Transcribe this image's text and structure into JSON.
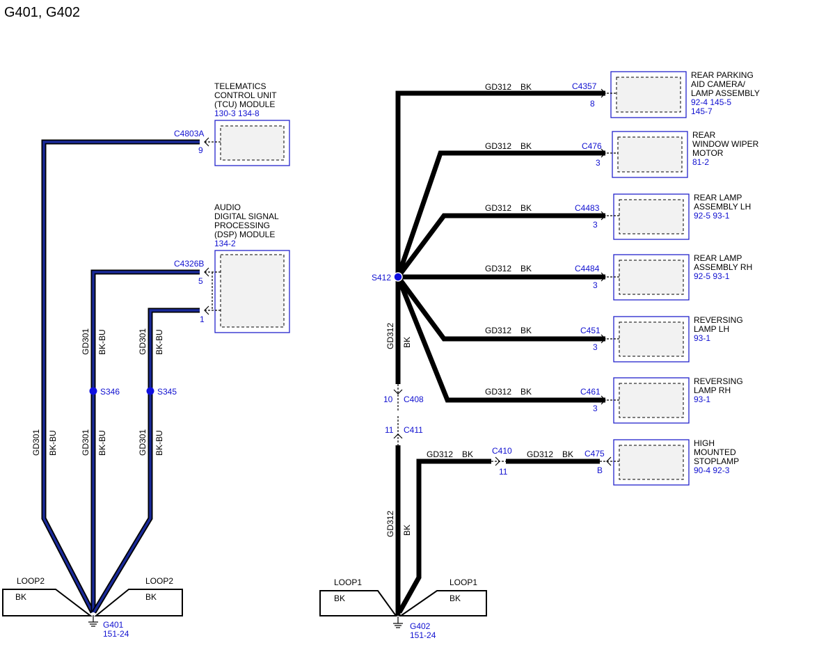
{
  "title": "G401, G402",
  "colors": {
    "wire": "#000000",
    "wire_stripe": "#1a2a9a",
    "ref_text": "#1010d0",
    "box_border": "#2222cc",
    "splice": "#1010e0"
  },
  "components": {
    "tcu": {
      "l1": "TELEMATICS",
      "l2": "CONTROL UNIT",
      "l3": "(TCU) MODULE",
      "refs": "130-3   134-8",
      "connector": "C4803A",
      "pin": "9"
    },
    "dsp": {
      "l1": "AUDIO",
      "l2": "DIGITAL SIGNAL",
      "l3": "PROCESSING",
      "l4": "(DSP) MODULE",
      "refs": "134-2",
      "connector": "C4326B",
      "pin_a": "5",
      "pin_b": "1"
    },
    "camera": {
      "l1": "REAR PARKING",
      "l2": "AID CAMERA/",
      "l3": "LAMP ASSEMBLY",
      "refs1": "92-4   145-5",
      "refs2": "145-7",
      "connector": "C4357",
      "pin": "8"
    },
    "wiper": {
      "l1": "REAR",
      "l2": "WINDOW WIPER",
      "l3": "MOTOR",
      "refs": "81-2",
      "connector": "C476",
      "pin": "3"
    },
    "lamp_lh": {
      "l1": "REAR LAMP",
      "l2": "ASSEMBLY LH",
      "refs": "92-5   93-1",
      "connector": "C4483",
      "pin": "3"
    },
    "lamp_rh": {
      "l1": "REAR LAMP",
      "l2": "ASSEMBLY RH",
      "refs": "92-5   93-1",
      "connector": "C4484",
      "pin": "3"
    },
    "rev_lh": {
      "l1": "REVERSING",
      "l2": "LAMP LH",
      "refs": "93-1",
      "connector": "C451",
      "pin": "3"
    },
    "rev_rh": {
      "l1": "REVERSING",
      "l2": "LAMP RH",
      "refs": "93-1",
      "connector": "C461",
      "pin": "3"
    },
    "stop": {
      "l1": "HIGH",
      "l2": "MOUNTED",
      "l3": "STOPLAMP",
      "refs": "90-4   92-3",
      "connector": "C475",
      "pin": "B"
    }
  },
  "wires": {
    "gd301": "GD301",
    "gd312": "GD312",
    "bk_bu": "BK-BU",
    "bk": "BK"
  },
  "splices": {
    "s346": "S346",
    "s345": "S345",
    "s412": "S412"
  },
  "inline": {
    "c408": "C408",
    "c408_pin": "10",
    "c411": "C411",
    "c411_pin": "11",
    "c410": "C410",
    "c410_pin": "11"
  },
  "grounds": {
    "g401": {
      "name": "G401",
      "ref": "151-24",
      "loop": "LOOP2",
      "color": "BK"
    },
    "g402": {
      "name": "G402",
      "ref": "151-24",
      "loop": "LOOP1",
      "color": "BK"
    }
  }
}
